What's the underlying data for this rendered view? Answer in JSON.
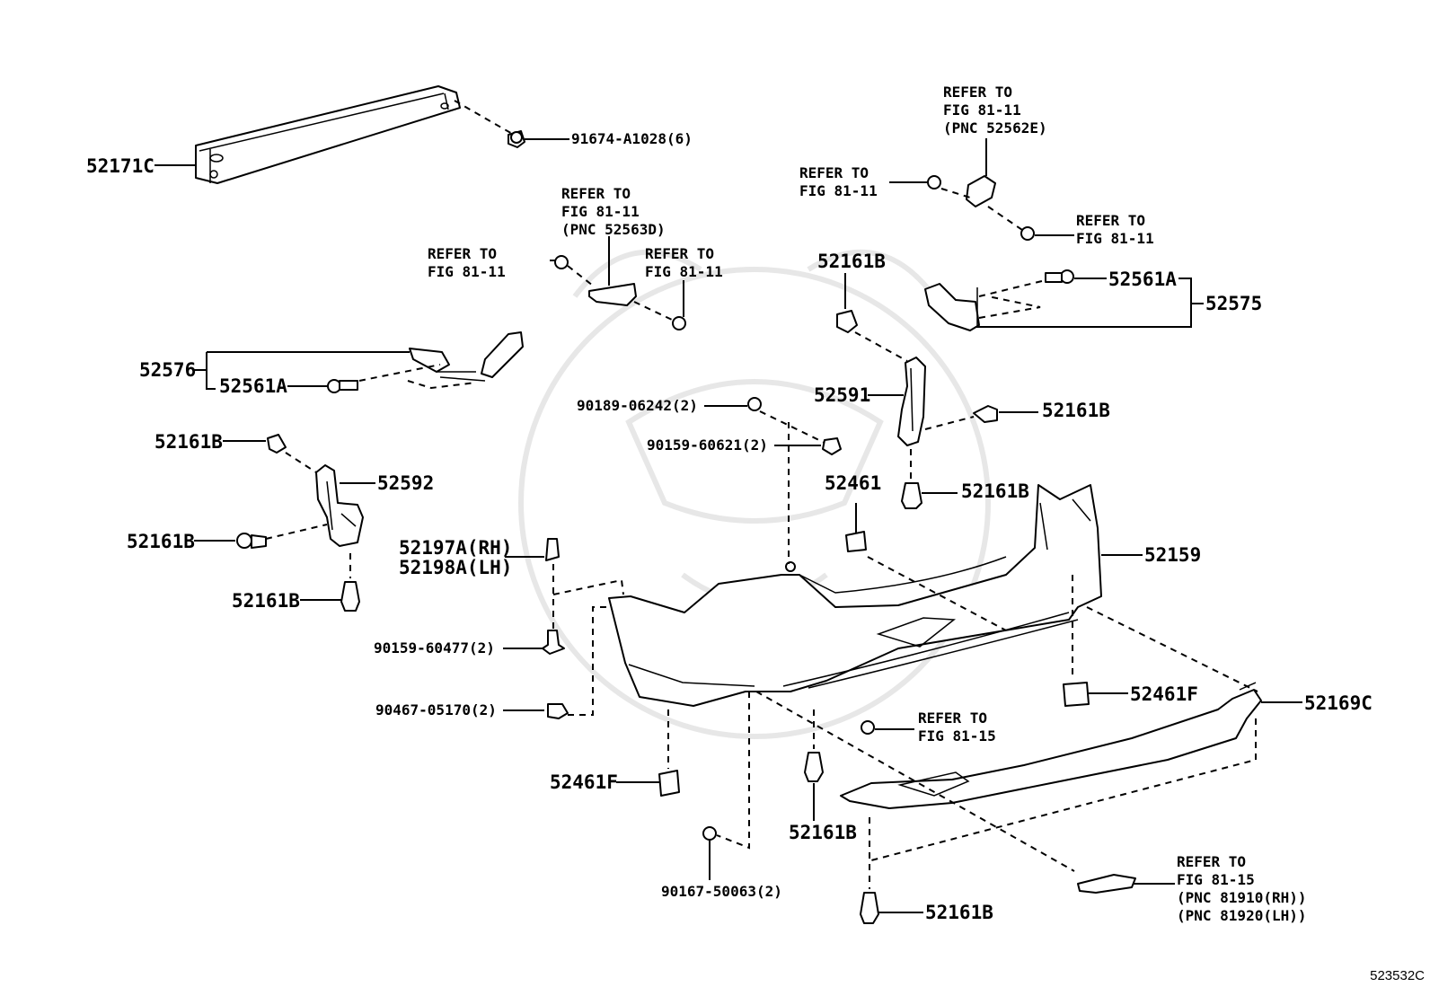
{
  "diagram_id": "523532C",
  "refer_to": "REFER TO",
  "labels": {
    "p52171C": "52171C",
    "p91674": "91674-A1028(6)",
    "p52576": "52576",
    "p52561A_l": "52561A",
    "p52161B_a": "52161B",
    "p52592": "52592",
    "p52161B_b": "52161B",
    "p52161B_c": "52161B",
    "p52197A": "52197A(RH)",
    "p52198A": "52198A(LH)",
    "p90159_477": "90159-60477(2)",
    "p90467": "90467-05170(2)",
    "p52461F_l": "52461F",
    "p90167": "90167-50063(2)",
    "p52161B_d": "52161B",
    "p52161B_e": "52161B",
    "p90189": "90189-06242(2)",
    "p90159_621": "90159-60621(2)",
    "p52161B_f": "52161B",
    "p52591": "52591",
    "p52161B_g": "52161B",
    "p52461": "52461",
    "p52161B_h": "52161B",
    "p52159": "52159",
    "p52461F_r": "52461F",
    "p52169C": "52169C",
    "p52561A_r": "52561A",
    "p52575": "52575"
  },
  "refs": {
    "r1": [
      "FIG 81-11",
      "(PNC 52563D)"
    ],
    "r2": [
      "FIG 81-11"
    ],
    "r3": [
      "FIG 81-11"
    ],
    "r4": [
      "FIG 81-11",
      "(PNC 52562E)"
    ],
    "r5": [
      "FIG 81-11"
    ],
    "r6": [
      "FIG 81-11"
    ],
    "r7": [
      "FIG 81-15"
    ],
    "r8": [
      "FIG 81-15",
      "(PNC 81910(RH))",
      "(PNC 81920(LH))"
    ]
  }
}
